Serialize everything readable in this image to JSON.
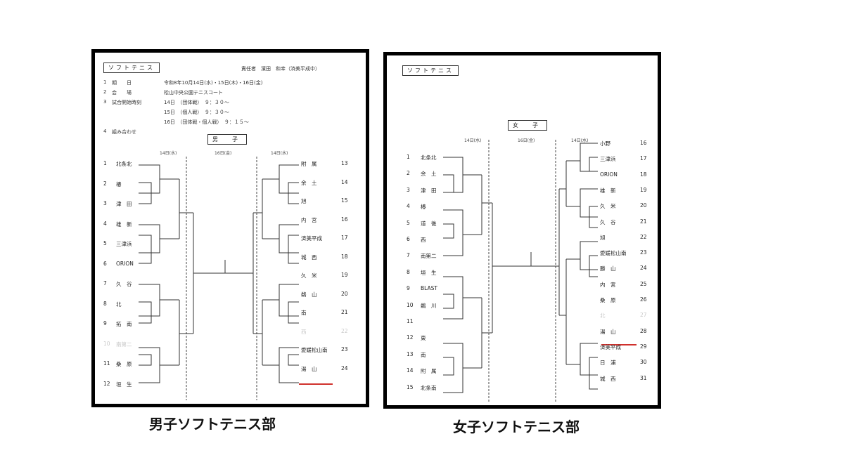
{
  "boys": {
    "badge": "ソフトテニス",
    "responsible": "責任者　濱田　和幸（済美平成中）",
    "info": [
      {
        "no": "1",
        "label": "期　　日",
        "value": "令和8年10月14日(水)・15日(木)・16日(金)"
      },
      {
        "no": "2",
        "label": "会　　場",
        "value": "松山中央公園テニスコート"
      },
      {
        "no": "3",
        "label": "試合開始時刻",
        "value": "14日　（団体戦）　９：３０～"
      },
      {
        "no": "",
        "label": "",
        "value": "15日　（個人戦）　９：３０～"
      },
      {
        "no": "",
        "label": "",
        "value": "16日　（団体戦・個人戦）　９：１５～"
      },
      {
        "no": "4",
        "label": "組み合わせ",
        "value": ""
      }
    ],
    "section": "男　子",
    "dates": {
      "left": "14日(水)",
      "center": "16日(金)",
      "right": "14日(水)"
    },
    "left_teams": [
      {
        "n": "1",
        "name": "北条北"
      },
      {
        "n": "2",
        "name": "椿"
      },
      {
        "n": "3",
        "name": "津　田"
      },
      {
        "n": "4",
        "name": "雄　新"
      },
      {
        "n": "5",
        "name": "三津浜"
      },
      {
        "n": "6",
        "name": "ORION"
      },
      {
        "n": "7",
        "name": "久　谷"
      },
      {
        "n": "8",
        "name": "北"
      },
      {
        "n": "9",
        "name": "拓　南"
      },
      {
        "n": "10",
        "name": "南第二"
      },
      {
        "n": "11",
        "name": "桑　原"
      },
      {
        "n": "12",
        "name": "垣　生"
      }
    ],
    "right_teams": [
      {
        "n": "13",
        "name": "附　属"
      },
      {
        "n": "14",
        "name": "余　土"
      },
      {
        "n": "15",
        "name": "旭"
      },
      {
        "n": "16",
        "name": "内　宮"
      },
      {
        "n": "17",
        "name": "済美平成"
      },
      {
        "n": "18",
        "name": "城　西"
      },
      {
        "n": "19",
        "name": "久　米"
      },
      {
        "n": "20",
        "name": "鵜　山"
      },
      {
        "n": "21",
        "name": "南"
      },
      {
        "n": "22",
        "name": "西"
      },
      {
        "n": "23",
        "name": "愛媛松山南"
      },
      {
        "n": "24",
        "name": "湯　山"
      }
    ]
  },
  "girls": {
    "badge": "ソフトテニス",
    "section": "女　子",
    "dates": {
      "left": "14日(水)",
      "center": "16日(金)",
      "right": "14日(水)"
    },
    "left_teams": [
      {
        "n": "1",
        "name": "北条北"
      },
      {
        "n": "2",
        "name": "余　土"
      },
      {
        "n": "3",
        "name": "津　田"
      },
      {
        "n": "4",
        "name": "椿"
      },
      {
        "n": "5",
        "name": "道　後"
      },
      {
        "n": "6",
        "name": "西"
      },
      {
        "n": "7",
        "name": "南第二"
      },
      {
        "n": "8",
        "name": "垣　生"
      },
      {
        "n": "9",
        "name": "BLAST"
      },
      {
        "n": "10",
        "name": "鵜　川"
      },
      {
        "n": "11",
        "name": ""
      },
      {
        "n": "12",
        "name": "東"
      },
      {
        "n": "13",
        "name": "南"
      },
      {
        "n": "14",
        "name": "附　属"
      },
      {
        "n": "15",
        "name": "北条南"
      }
    ],
    "right_teams": [
      {
        "n": "16",
        "name": "小野"
      },
      {
        "n": "17",
        "name": "三津浜"
      },
      {
        "n": "18",
        "name": "ORION"
      },
      {
        "n": "19",
        "name": "雄　新"
      },
      {
        "n": "20",
        "name": "久　米"
      },
      {
        "n": "21",
        "name": "久　谷"
      },
      {
        "n": "22",
        "name": "旭"
      },
      {
        "n": "23",
        "name": "愛媛松山南"
      },
      {
        "n": "24",
        "name": "勝　山"
      },
      {
        "n": "25",
        "name": "内　宮"
      },
      {
        "n": "26",
        "name": "桑　原"
      },
      {
        "n": "27",
        "name": "北"
      },
      {
        "n": "28",
        "name": "湯　山"
      },
      {
        "n": "29",
        "name": "済美平成"
      },
      {
        "n": "30",
        "name": "日　浦"
      },
      {
        "n": "31",
        "name": "城　西"
      }
    ]
  },
  "captions": {
    "boys": "男子ソフトテニス部",
    "girls": "女子ソフトテニス部"
  },
  "colors": {
    "highlight": "#d0312d"
  }
}
